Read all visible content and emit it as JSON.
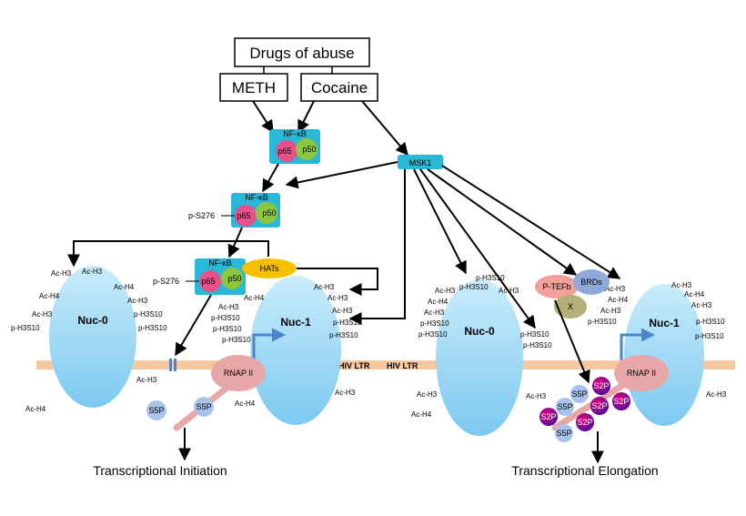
{
  "stimulus": {
    "title": "Drugs of abuse",
    "drug1": "METH",
    "drug2": "Cocaine"
  },
  "kinase": "MSK1",
  "nfkb": {
    "label": "NF-κB",
    "p65": "p65",
    "p50": "p50",
    "phospho": "p-S276"
  },
  "hats": "HATs",
  "ptefb": "P-TEFb",
  "brds": "BRDs",
  "x_factor": "X",
  "rnap": "RNAP II",
  "ltr": "HIV LTR",
  "nuc0": "Nuc-0",
  "nuc1": "Nuc-1",
  "marks": {
    "ach3": "Ac-H3",
    "ach4": "Ac-H4",
    "ph3s10": "p-H3S10"
  },
  "ser5p": "S5P",
  "ser2p": "S2P",
  "captions": {
    "left": "Transcriptional Initiation",
    "right": "Transcriptional Elongation"
  },
  "colors": {
    "nucleosome": "#9fd8f5",
    "dna": "#f6c9a3",
    "p65": "#e8508a",
    "p50": "#8cc63f",
    "nfkb_box": "#29b8d8",
    "msk1": "#29b8d8",
    "hats": "#f5c000",
    "ptefb": "#f4a09a",
    "brds": "#8fa9d8",
    "xfactor": "#b5b07a",
    "rnap": "#e8a7a7",
    "s5p": "#a9c3ea",
    "s2p": "#c0006b"
  }
}
